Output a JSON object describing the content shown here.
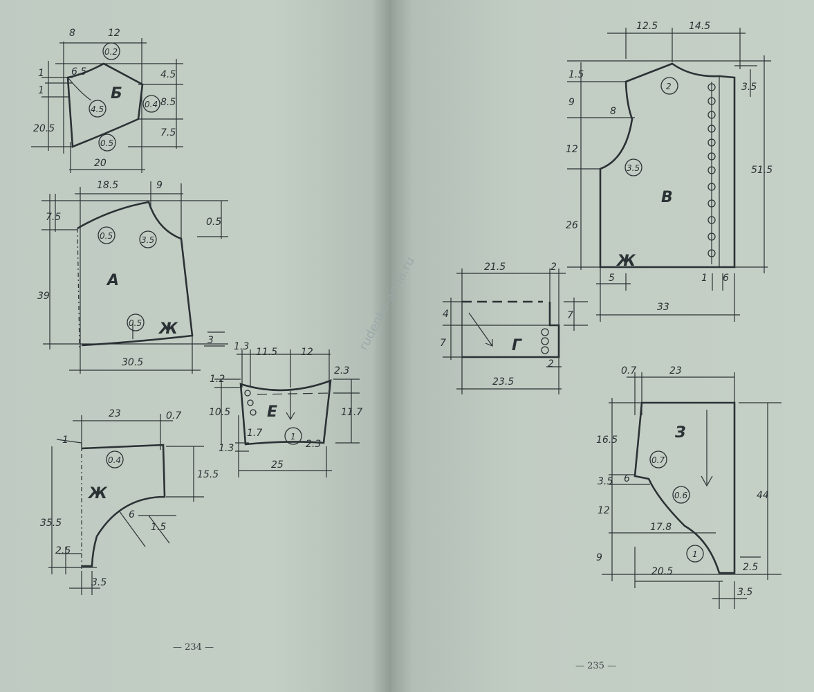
{
  "pages": {
    "left_number": "— 234 —",
    "right_number": "— 235 —"
  },
  "watermark": "rudenko-anna.ru",
  "colors": {
    "ink": "#2b3134",
    "paper": "#c3cec4"
  },
  "pieces": [
    {
      "letter": "Б",
      "dims": [
        "8",
        "12",
        "6.5",
        "1",
        "1",
        "4.5",
        "8.5",
        "20.5",
        "7.5",
        "20"
      ],
      "circles": [
        "0.2",
        "4.5",
        "0.4",
        "0.5"
      ]
    },
    {
      "letter": "А",
      "dims": [
        "18.5",
        "9",
        "7.5",
        "0.5",
        "39",
        "3",
        "30.5"
      ],
      "circles": [
        "0.5",
        "3.5",
        "0.5"
      ],
      "mark": "Ж"
    },
    {
      "letter": "Е",
      "dims": [
        "1.3",
        "11.5",
        "12",
        "1.2",
        "2.3",
        "10.5",
        "11.7",
        "1.7",
        "1.3",
        "2.3",
        "25"
      ],
      "circles": [
        "1"
      ]
    },
    {
      "letter": "",
      "dims": [
        "23",
        "0.7",
        "1",
        "15.5",
        "35.5",
        "6",
        "1.5",
        "2.5",
        "3.5"
      ],
      "circles": [
        "0.4"
      ],
      "mark": "Ж"
    },
    {
      "letter": "В",
      "dims": [
        "12.5",
        "14.5",
        "1.5",
        "3.5",
        "9",
        "8",
        "12",
        "51.5",
        "26",
        "5",
        "1",
        "6",
        "33"
      ],
      "circles": [
        "2",
        "3.5"
      ],
      "mark": "Ж"
    },
    {
      "letter": "Г",
      "dims": [
        "21.5",
        "2",
        "7",
        "4",
        "7",
        "2",
        "23.5"
      ],
      "circles": []
    },
    {
      "letter": "З",
      "dims": [
        "0.7",
        "23",
        "16.5",
        "6",
        "3.5",
        "12",
        "17.8",
        "44",
        "9",
        "20.5",
        "2.5",
        "3.5"
      ],
      "circles": [
        "0.7",
        "0.6",
        "1"
      ]
    }
  ]
}
